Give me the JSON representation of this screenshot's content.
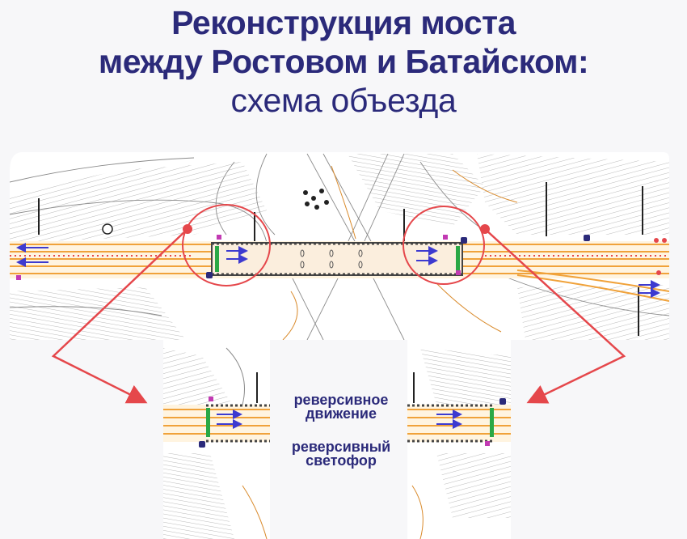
{
  "title": {
    "line1": "Реконструкция моста",
    "line2": "между Ростовом и Батайском:",
    "line3": "схема объезда"
  },
  "labels": {
    "reverse_traffic": "реверсивное движение",
    "reverse_light": "реверсивный светофор"
  },
  "colors": {
    "title": "#2b2a7a",
    "road": "#f0a23a",
    "bridge": "#444444",
    "highlight": "#e5474b",
    "arrow": "#3d3ad0",
    "signal_green": "#2aa845",
    "signal_magenta": "#c23ab3"
  },
  "icons": [
    "reverse-arrow-icon",
    "traffic-light-icon",
    "callout-arrow-icon"
  ]
}
